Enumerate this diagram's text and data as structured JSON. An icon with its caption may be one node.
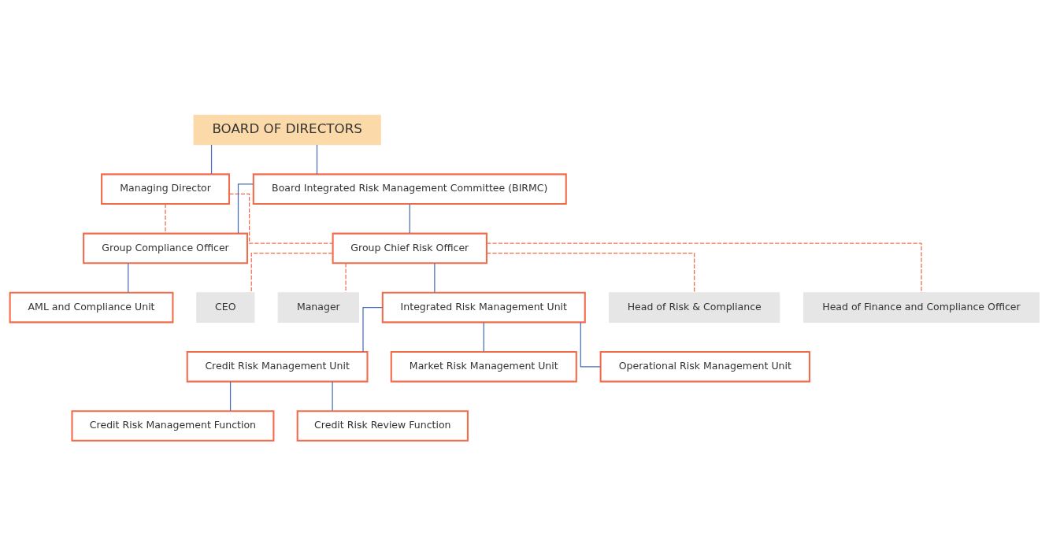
{
  "diagram": {
    "nodes": [
      {
        "text": [
          "BOARD OF DIRECTORS"
        ]
      },
      {
        "text": [
          "Managing Director"
        ]
      },
      {
        "text": [
          "Board Integrated Risk Management Committee (BIRMC)"
        ]
      },
      {
        "text": [
          "Group Compliance Officer"
        ]
      },
      {
        "text": [
          "Group Chief Risk Officer"
        ]
      },
      {
        "text": [
          "AML and Compliance Unit"
        ]
      },
      {
        "text": [
          "Integrated Risk Management Unit"
        ]
      },
      {
        "text": [
          "Credit Risk Management Unit"
        ]
      },
      {
        "text": [
          "Market Risk Management Unit"
        ]
      },
      {
        "text": [
          "Operational Risk Management Unit"
        ]
      },
      {
        "text": [
          "Credit Risk Management Function"
        ]
      },
      {
        "text": [
          "Credit Risk Review Function"
        ]
      },
      {
        "text": [
          "Head of Risk & Compliance"
        ]
      },
      {
        "text": [
          "Head of Finance and Compliance Officer"
        ]
      },
      {
        "text": [
          "CEO"
        ]
      },
      {
        "text": [
          "Manager"
        ]
      }
    ],
    "edges": [
      {
        "from": 0,
        "to": 1,
        "arrow": "none"
      },
      {
        "from": 0,
        "to": 2,
        "arrow": "none"
      },
      {
        "from": 1,
        "to": 3,
        "arrow": "none",
        "style": "dashed",
        "color": "#f26b4b"
      },
      {
        "from": 1,
        "to": 4,
        "arrow": "none",
        "style": "dashed",
        "color": "#f26b4b"
      },
      {
        "from": 2,
        "to": 3,
        "arrow": "none"
      },
      {
        "from": 2,
        "to": 4,
        "arrow": "none"
      },
      {
        "from": 3,
        "to": 5,
        "arrow": "none"
      },
      {
        "from": 4,
        "to": 6,
        "arrow": "none"
      },
      {
        "from": 6,
        "to": 7,
        "arrow": "none"
      },
      {
        "from": 6,
        "to": 8,
        "arrow": "none"
      },
      {
        "from": 6,
        "to": 9,
        "arrow": "none"
      },
      {
        "from": 7,
        "to": 10,
        "arrow": "none"
      },
      {
        "from": 7,
        "to": 11,
        "arrow": "none"
      },
      {
        "from": 4,
        "to": 12,
        "arrow": "none",
        "style": "dashed",
        "color": "#f26b4b"
      },
      {
        "from": 4,
        "to": 13,
        "arrow": "none",
        "style": "dashed",
        "color": "#f26b4b"
      },
      {
        "from": 4,
        "to": 14,
        "arrow": "none",
        "style": "dashed",
        "color": "#f26b4b"
      },
      {
        "from": 4,
        "to": 15,
        "arrow": "none",
        "style": "dashed",
        "color": "#f26b4b"
      }
    ]
  }
}
